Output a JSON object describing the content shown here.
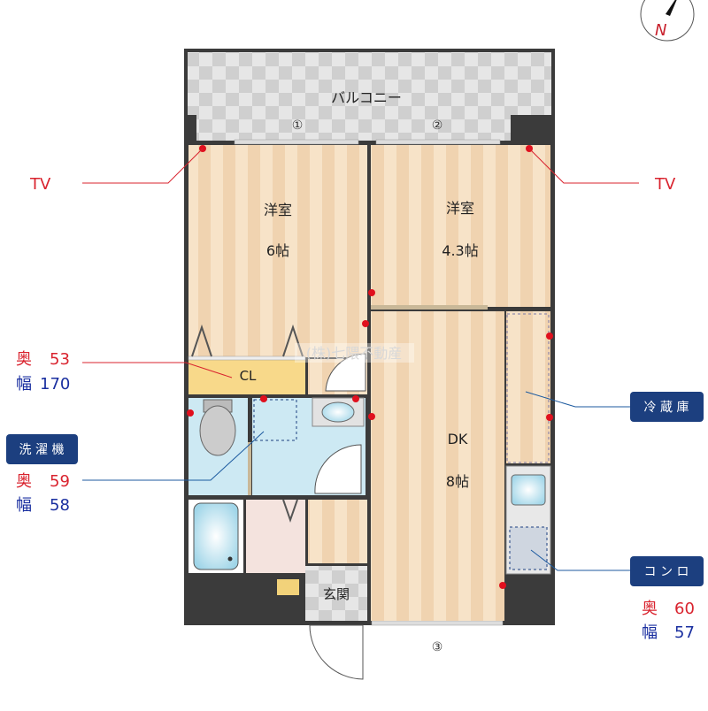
{
  "compass": {
    "label": "N"
  },
  "balcony": {
    "label": "バルコニー"
  },
  "window_markers": [
    "①",
    "②",
    "③"
  ],
  "rooms": {
    "western1": {
      "name": "洋室",
      "size": "6帖"
    },
    "western2": {
      "name": "洋室",
      "size": "4.3帖"
    },
    "dk": {
      "name": "DK",
      "size": "8帖"
    },
    "closet": {
      "name": "CL"
    },
    "entrance": {
      "name": "玄関"
    }
  },
  "watermark": "(株)七隈不動産",
  "annotations": {
    "tv_left": "TV",
    "tv_right": "TV",
    "closet_dims": {
      "depth_label": "奥",
      "depth": "53",
      "width_label": "幅",
      "width": "170"
    },
    "washer": {
      "title": "洗 濯 機",
      "depth_label": "奥",
      "depth": "59",
      "width_label": "幅",
      "width": "58"
    },
    "fridge": {
      "title": "冷 蔵 庫"
    },
    "stove": {
      "title": "コ ン ロ",
      "depth_label": "奥",
      "depth": "60",
      "width_label": "幅",
      "width": "57"
    }
  },
  "colors": {
    "red": "#d9232e",
    "blue": "#1a2fa0",
    "badge": "#1c3f7f",
    "wall": "#3b3b3b",
    "floor": "#f5dcbd"
  }
}
